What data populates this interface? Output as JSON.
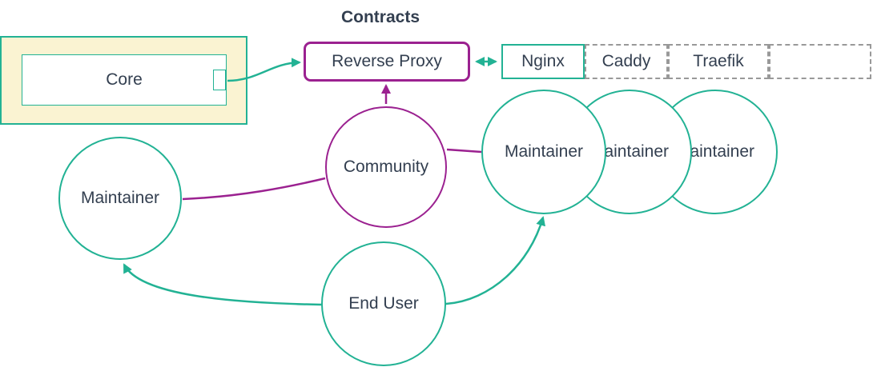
{
  "diagram": {
    "title": "Contracts",
    "nodes": {
      "core": {
        "label": "Core"
      },
      "reverse_proxy": {
        "label": "Reverse Proxy"
      },
      "nginx": {
        "label": "Nginx"
      },
      "caddy": {
        "label": "Caddy"
      },
      "traefik": {
        "label": "Traefik"
      },
      "empty_option": {
        "label": ""
      },
      "community": {
        "label": "Community"
      },
      "maintainer_left": {
        "label": "Maintainer"
      },
      "maintainer_right_1": {
        "label": "Maintainer"
      },
      "maintainer_right_2": {
        "label": "Maintainer"
      },
      "maintainer_right_3": {
        "label": "Maintainer"
      },
      "end_user": {
        "label": "End User"
      }
    },
    "edges": [
      {
        "from": "Core",
        "to": "Reverse Proxy",
        "style": "arrow",
        "color": "teal"
      },
      {
        "from": "Reverse Proxy",
        "to": "Nginx",
        "style": "double-arrow",
        "color": "teal"
      },
      {
        "from": "Community",
        "to": "Reverse Proxy",
        "style": "arrow",
        "color": "purple"
      },
      {
        "from": "Maintainer (left)",
        "to": "Community",
        "style": "line",
        "color": "purple"
      },
      {
        "from": "Community",
        "to": "Maintainer (right)",
        "style": "line",
        "color": "purple"
      },
      {
        "from": "End User",
        "to": "Maintainer (left)",
        "style": "arrow",
        "color": "teal"
      },
      {
        "from": "End User",
        "to": "Maintainer (right)",
        "style": "arrow",
        "color": "teal"
      }
    ],
    "colors": {
      "teal": "#22B294",
      "purple": "#9B2190",
      "node_fill": "#FFFFFF",
      "group_fill": "#FAF3D2",
      "dashed_border": "#999999",
      "text": "#333F50"
    }
  }
}
